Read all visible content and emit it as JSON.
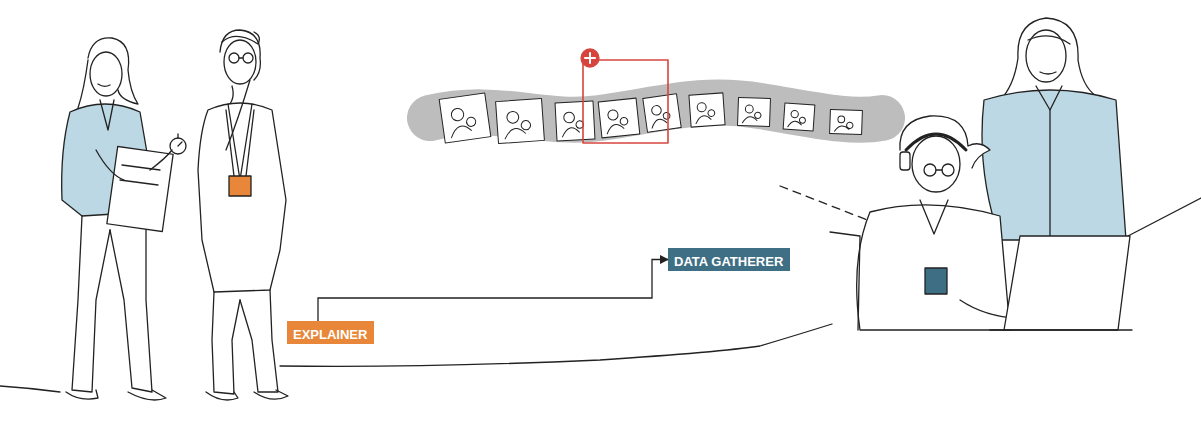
{
  "diagram": {
    "nodes": [
      {
        "text": [
          "EXPLAINER"
        ]
      },
      {
        "text": [
          "DATA GATHERER"
        ]
      }
    ],
    "edges": [
      {
        "from": 0,
        "to": 1,
        "arrow": "to"
      }
    ]
  }
}
